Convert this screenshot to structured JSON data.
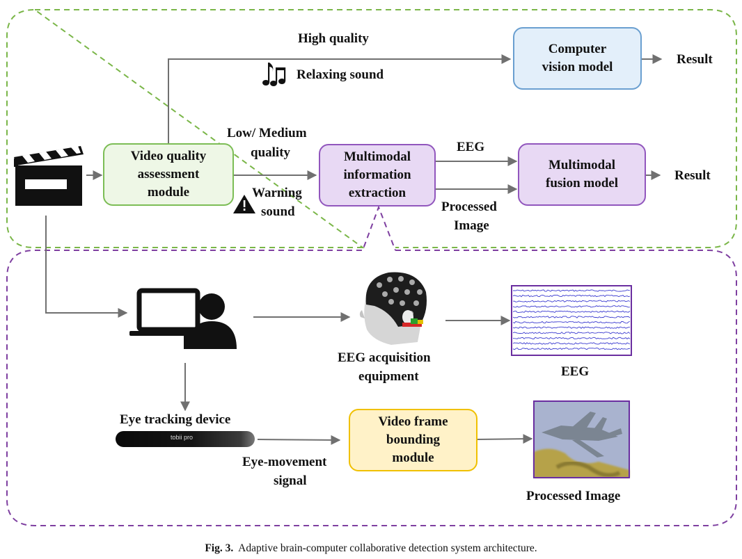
{
  "labels": {
    "high_quality": "High quality",
    "relaxing_sound": "Relaxing sound",
    "low_medium_line1": "Low/ Medium",
    "low_medium_line2": "quality",
    "warning_line1": "Warning",
    "warning_line2": "sound",
    "eeg_top": "EEG",
    "processed_line1": "Processed",
    "processed_line2": "Image",
    "result_top": "Result",
    "result_mid": "Result",
    "eeg_acq_line1": "EEG acquisition",
    "eeg_acq_line2": "equipment",
    "eeg_bottom": "EEG",
    "eye_tracking": "Eye tracking device",
    "eye_move_line1": "Eye-movement",
    "eye_move_line2": "signal",
    "processed_image": "Processed Image"
  },
  "boxes": {
    "video_quality": "Video quality\nassessment\nmodule",
    "multimodal_extraction": "Multimodal\ninformation\nextraction",
    "computer_vision": "Computer\nvision model",
    "multimodal_fusion": "Multimodal\nfusion model",
    "video_frame": "Video frame\nbounding\nmodule"
  },
  "device": {
    "brand": "tobii pro"
  },
  "caption": {
    "figure_number": "Fig. 3.",
    "text": "Adaptive brain-computer collaborative detection system architecture."
  },
  "colors": {
    "green_border": "#7cbd55",
    "purple_border": "#9156bd",
    "dashed_green": "#7ab648",
    "dashed_purple": "#7e3fa0",
    "arrow": "#707070",
    "eeg_trace": "#3b3bd0"
  },
  "icons": [
    "clapperboard-icon",
    "music-note-icon",
    "warning-triangle-icon",
    "person-at-computer-icon",
    "eeg-cap-head-image",
    "eeg-signal-image",
    "eye-tracker-device",
    "fighter-jet-image"
  ]
}
